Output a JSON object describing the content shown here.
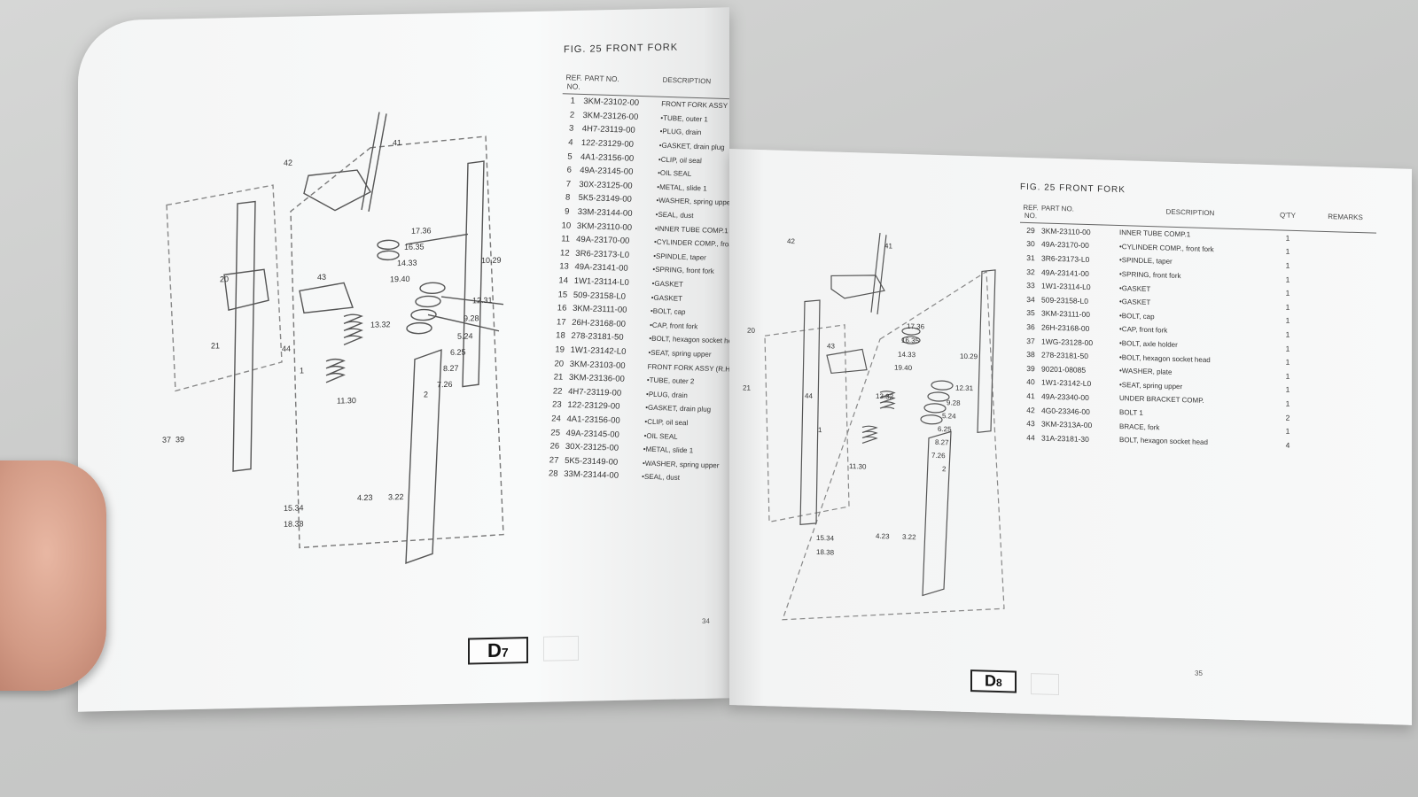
{
  "left_page": {
    "fig_title": "FIG. 25 FRONT FORK",
    "headers": {
      "ref": "REF. NO.",
      "part_no": "PART NO.",
      "description": "DESCRIPTION"
    },
    "rows": [
      {
        "ref": "1",
        "part": "3KM-23102-00",
        "desc": "FRONT FORK ASSY (L.H)"
      },
      {
        "ref": "2",
        "part": "3KM-23126-00",
        "desc": "•TUBE, outer 1"
      },
      {
        "ref": "3",
        "part": "4H7-23119-00",
        "desc": "•PLUG, drain"
      },
      {
        "ref": "4",
        "part": "122-23129-00",
        "desc": "•GASKET, drain plug"
      },
      {
        "ref": "5",
        "part": "4A1-23156-00",
        "desc": "•CLIP, oil seal"
      },
      {
        "ref": "6",
        "part": "49A-23145-00",
        "desc": "•OIL SEAL"
      },
      {
        "ref": "7",
        "part": "30X-23125-00",
        "desc": "•METAL, slide 1"
      },
      {
        "ref": "8",
        "part": "5K5-23149-00",
        "desc": "•WASHER, spring upper"
      },
      {
        "ref": "9",
        "part": "33M-23144-00",
        "desc": "•SEAL, dust"
      },
      {
        "ref": "10",
        "part": "3KM-23110-00",
        "desc": "•INNER TUBE COMP.1"
      },
      {
        "ref": "11",
        "part": "49A-23170-00",
        "desc": "•CYLINDER COMP., front fork"
      },
      {
        "ref": "12",
        "part": "3R6-23173-L0",
        "desc": "•SPINDLE, taper"
      },
      {
        "ref": "13",
        "part": "49A-23141-00",
        "desc": "•SPRING, front fork"
      },
      {
        "ref": "14",
        "part": "1W1-23114-L0",
        "desc": "•GASKET"
      },
      {
        "ref": "15",
        "part": "509-23158-L0",
        "desc": "•GASKET"
      },
      {
        "ref": "16",
        "part": "3KM-23111-00",
        "desc": "•BOLT, cap"
      },
      {
        "ref": "17",
        "part": "26H-23168-00",
        "desc": "•CAP, front fork"
      },
      {
        "ref": "18",
        "part": "278-23181-50",
        "desc": "•BOLT, hexagon socket head"
      },
      {
        "ref": "19",
        "part": "1W1-23142-L0",
        "desc": "•SEAT, spring upper"
      },
      {
        "ref": "20",
        "part": "3KM-23103-00",
        "desc": "FRONT FORK ASSY (R.H)"
      },
      {
        "ref": "21",
        "part": "3KM-23136-00",
        "desc": "•TUBE, outer 2"
      },
      {
        "ref": "22",
        "part": "4H7-23119-00",
        "desc": "•PLUG, drain"
      },
      {
        "ref": "23",
        "part": "122-23129-00",
        "desc": "•GASKET, drain plug"
      },
      {
        "ref": "24",
        "part": "4A1-23156-00",
        "desc": "•CLIP, oil seal"
      },
      {
        "ref": "25",
        "part": "49A-23145-00",
        "desc": "•OIL SEAL"
      },
      {
        "ref": "26",
        "part": "30X-23125-00",
        "desc": "•METAL, slide 1"
      },
      {
        "ref": "27",
        "part": "5K5-23149-00",
        "desc": "•WASHER, spring upper"
      },
      {
        "ref": "28",
        "part": "33M-23144-00",
        "desc": "•SEAL, dust"
      }
    ],
    "page_number": "34",
    "section_label": "D",
    "section_sub": "7"
  },
  "right_page": {
    "fig_title": "FIG. 25 FRONT FORK",
    "headers": {
      "ref": "REF. NO.",
      "part_no": "PART NO.",
      "description": "DESCRIPTION",
      "qty": "Q'TY",
      "remarks": "REMARKS"
    },
    "rows": [
      {
        "ref": "29",
        "part": "3KM-23110-00",
        "desc": "INNER TUBE COMP.1",
        "qty": "1"
      },
      {
        "ref": "30",
        "part": "49A-23170-00",
        "desc": "•CYLINDER COMP., front fork",
        "qty": "1"
      },
      {
        "ref": "31",
        "part": "3R6-23173-L0",
        "desc": "•SPINDLE, taper",
        "qty": "1"
      },
      {
        "ref": "32",
        "part": "49A-23141-00",
        "desc": "•SPRING, front fork",
        "qty": "1"
      },
      {
        "ref": "33",
        "part": "1W1-23114-L0",
        "desc": "•GASKET",
        "qty": "1"
      },
      {
        "ref": "34",
        "part": "509-23158-L0",
        "desc": "•GASKET",
        "qty": "1"
      },
      {
        "ref": "35",
        "part": "3KM-23111-00",
        "desc": "•BOLT, cap",
        "qty": "1"
      },
      {
        "ref": "36",
        "part": "26H-23168-00",
        "desc": "•CAP, front fork",
        "qty": "1"
      },
      {
        "ref": "37",
        "part": "1WG-23128-00",
        "desc": "•BOLT, axle holder",
        "qty": "1"
      },
      {
        "ref": "38",
        "part": "278-23181-50",
        "desc": "•BOLT, hexagon socket head",
        "qty": "1"
      },
      {
        "ref": "39",
        "part": "90201-08085",
        "desc": "•WASHER, plate",
        "qty": "1"
      },
      {
        "ref": "40",
        "part": "1W1-23142-L0",
        "desc": "•SEAT, spring upper",
        "qty": "1"
      },
      {
        "ref": "41",
        "part": "49A-23340-00",
        "desc": "UNDER BRACKET COMP.",
        "qty": "1"
      },
      {
        "ref": "42",
        "part": "4G0-23346-00",
        "desc": "BOLT 1",
        "qty": "2"
      },
      {
        "ref": "43",
        "part": "3KM-2313A-00",
        "desc": "BRACE, fork",
        "qty": "1"
      },
      {
        "ref": "44",
        "part": "31A-23181-30",
        "desc": "BOLT, hexagon socket head",
        "qty": "4"
      }
    ],
    "page_number": "35",
    "section_label": "D",
    "section_sub": "8"
  },
  "diagram_labels": {
    "left": [
      "42",
      "41",
      "20",
      "21",
      "43",
      "44",
      "37",
      "39",
      "17.36",
      "16.35",
      "14.33",
      "19.40",
      "10.29",
      "12.31",
      "9.28",
      "5.24",
      "6.25",
      "8.27",
      "7.26",
      "13.32",
      "1",
      "11.30",
      "2",
      "4.23",
      "3.22",
      "15.34",
      "18.38"
    ],
    "right": [
      "42",
      "41",
      "20",
      "21",
      "43",
      "44",
      "17.36",
      "16.35",
      "14.33",
      "19.40",
      "10.29",
      "13.32",
      "12.31",
      "9.28",
      "5.24",
      "6.25",
      "8.27",
      "7.26",
      "1",
      "11.30",
      "2",
      "15.34",
      "18.38",
      "4.23",
      "3.22"
    ]
  }
}
